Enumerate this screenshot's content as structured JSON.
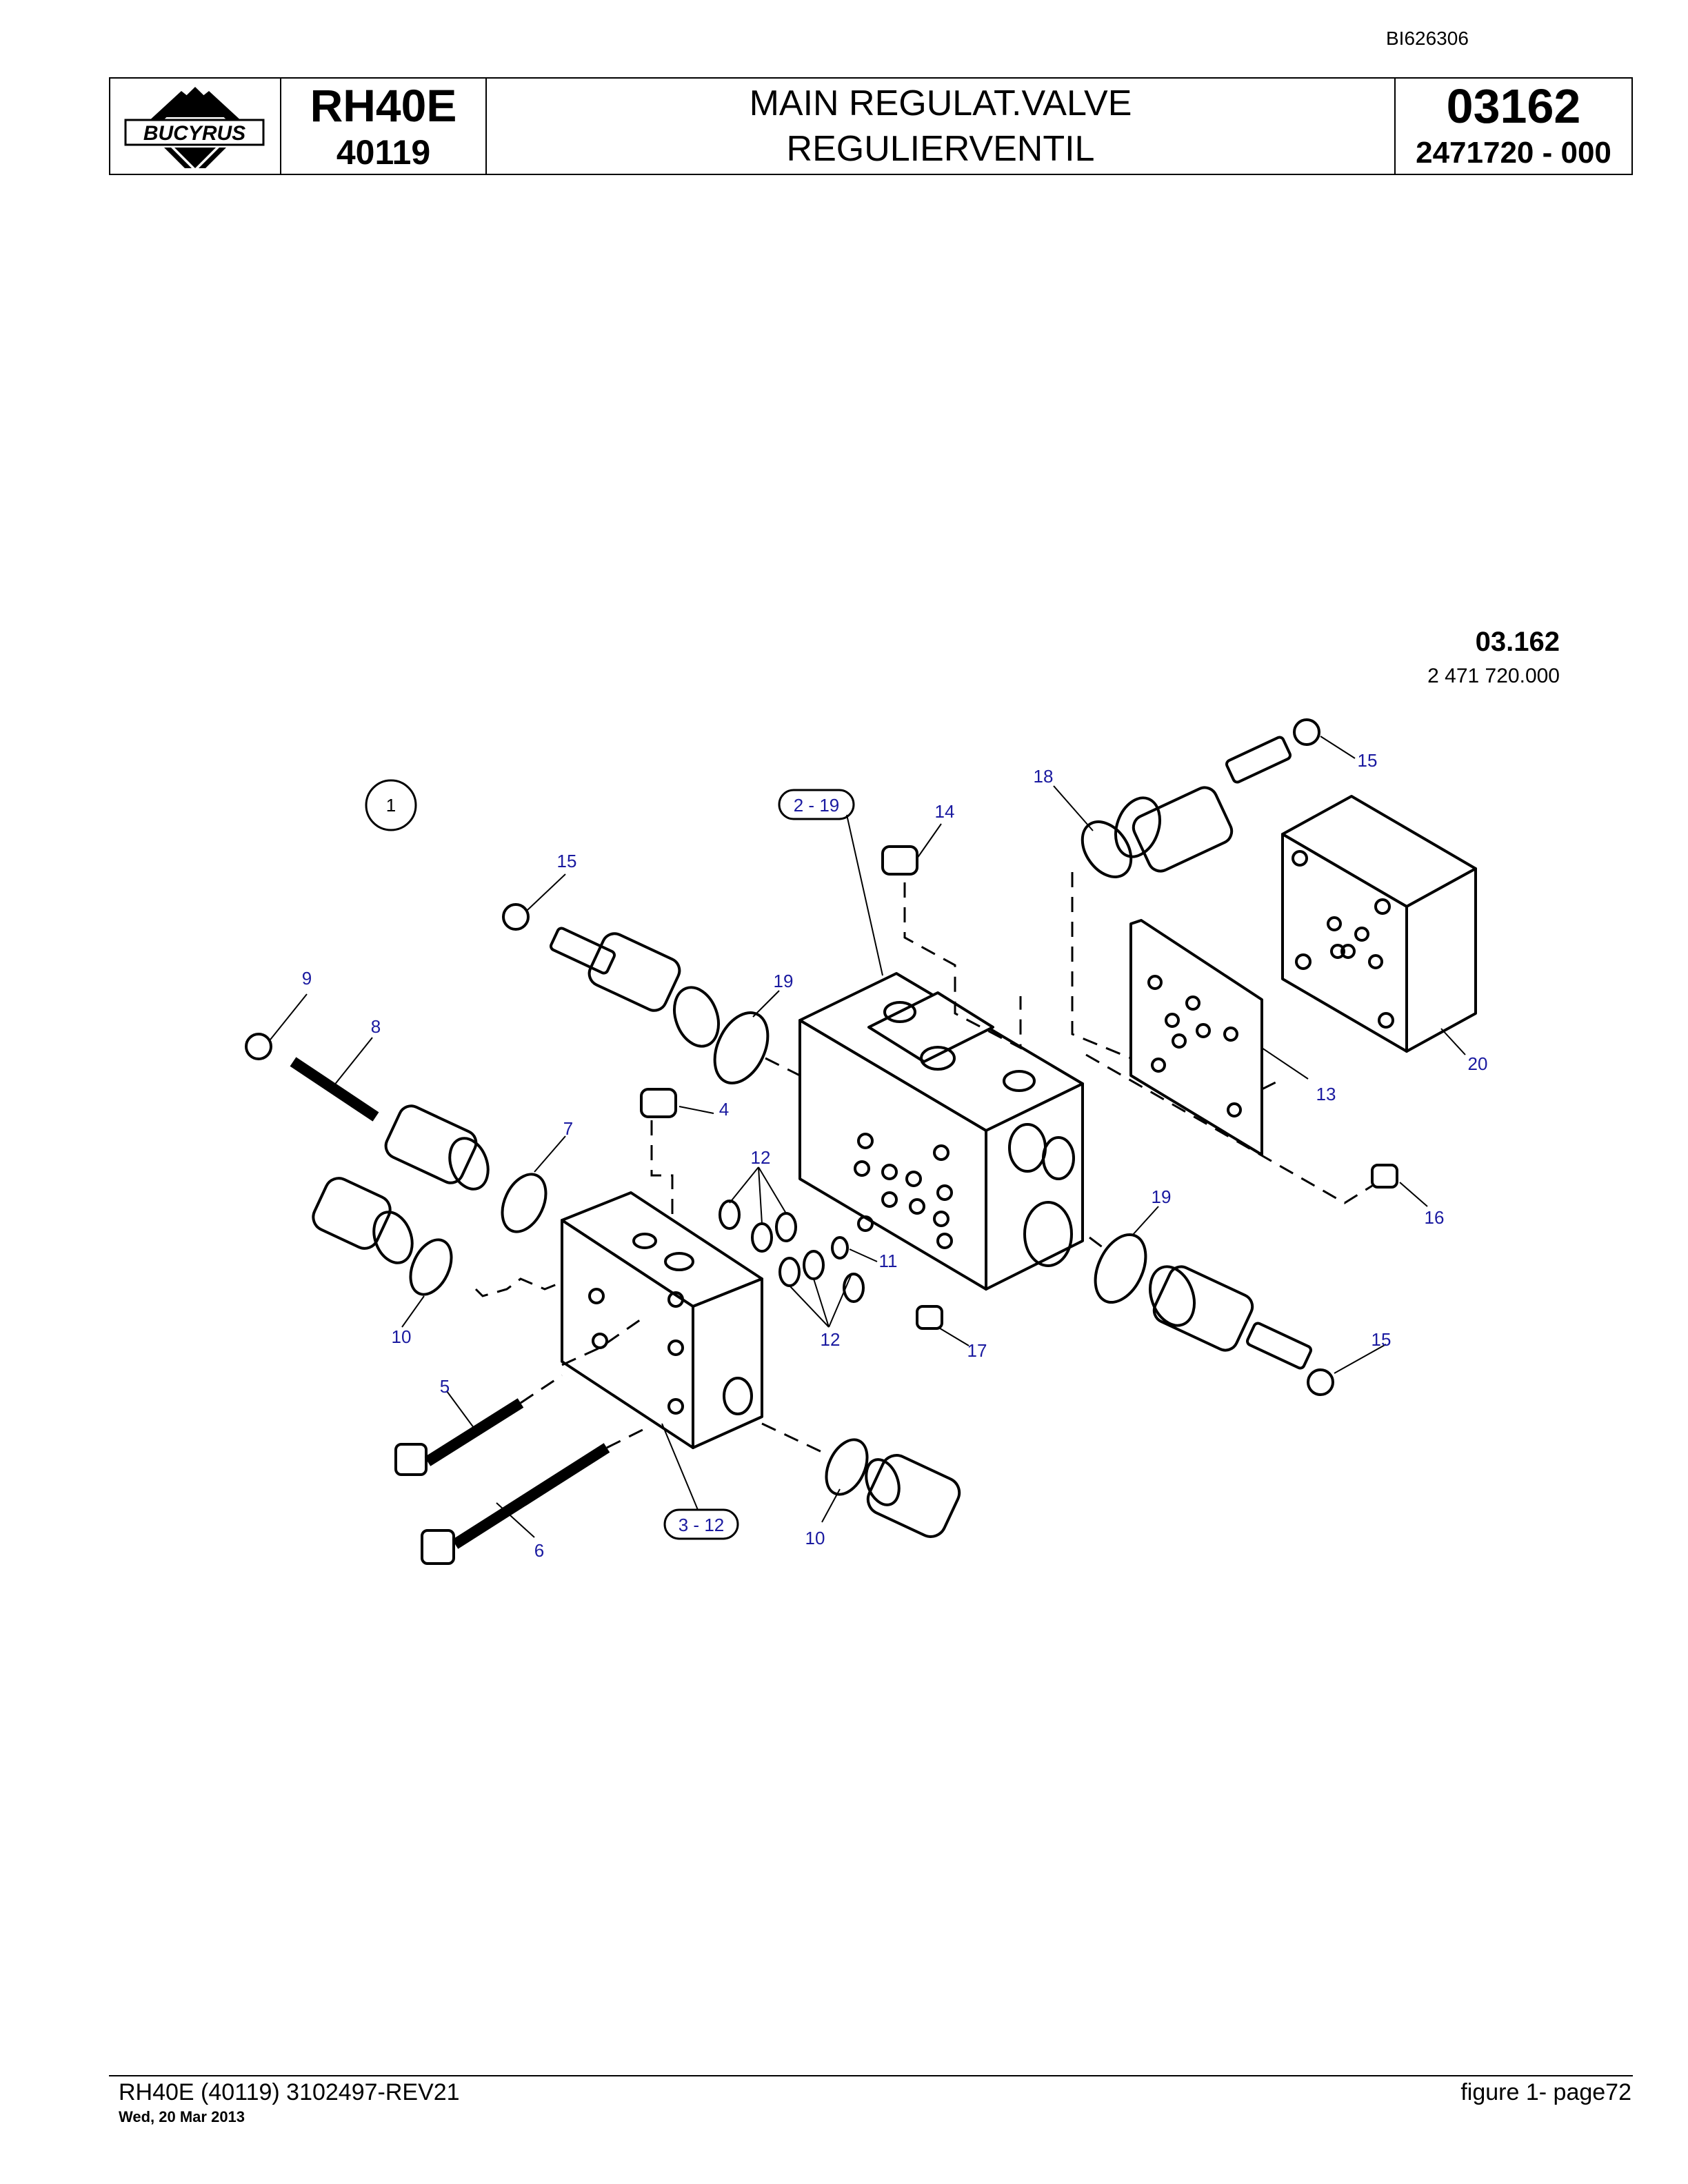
{
  "document_id": "BI626306",
  "header": {
    "logo_text": "BUCYRUS",
    "model": "RH40E",
    "serial": "40119",
    "title_en": "MAIN REGULAT.VALVE",
    "title_de": "REGULIERVENTIL",
    "group_number": "03162",
    "part_number": "2471720  - 000"
  },
  "drawing": {
    "group_ref": "03.162",
    "part_ref": "2 471 720.000",
    "callouts": {
      "c1": "1",
      "c2_19": "2 - 19",
      "c3_12": "3 - 12",
      "c4": "4",
      "c5": "5",
      "c6": "6",
      "c7": "7",
      "c8": "8",
      "c9": "9",
      "c10": "10",
      "c11": "11",
      "c12": "12",
      "c13": "13",
      "c14": "14",
      "c15": "15",
      "c16": "16",
      "c17": "17",
      "c18": "18",
      "c19": "19",
      "c20": "20"
    }
  },
  "footer": {
    "doc_ref": "RH40E (40119) 3102497-REV21",
    "date": "Wed, 20 Mar 2013",
    "page_ref": "figure  1- page72"
  }
}
